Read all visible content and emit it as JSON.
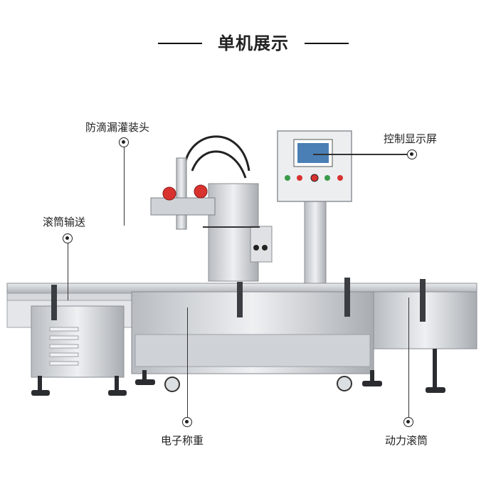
{
  "title": "单机展示",
  "labels": {
    "filling_head": "防滴漏灌装头",
    "control_screen": "控制显示屏",
    "roller_conveyor": "滚筒输送",
    "electronic_scale": "电子称重",
    "power_roller": "动力滚筒"
  },
  "colors": {
    "accent_dark": "#1a1a1a",
    "machine_steel": "#c9ccd0",
    "valve_red": "#d8322e",
    "screen_blue": "#4a7fb5"
  }
}
